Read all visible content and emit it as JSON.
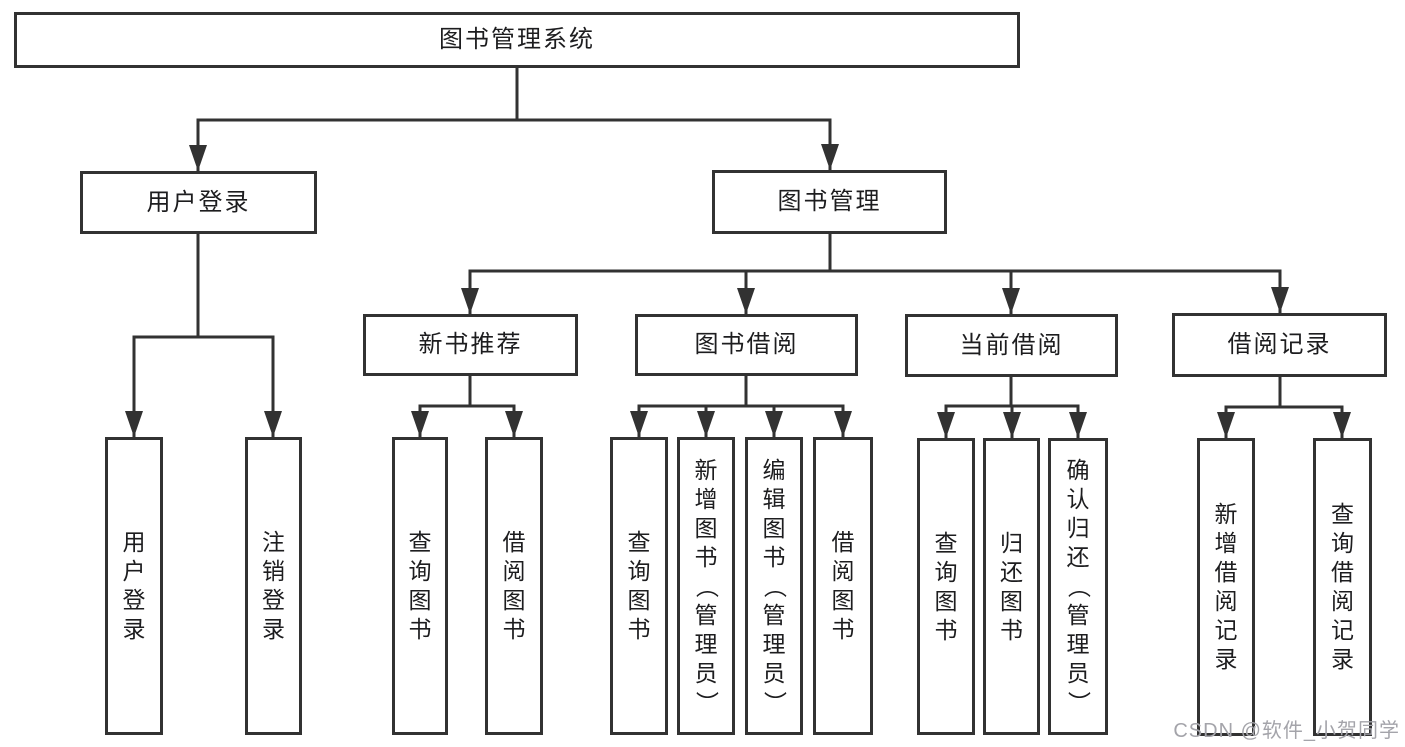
{
  "diagram_title": "图书管理系统",
  "tree": {
    "label": "图书管理系统",
    "children": [
      {
        "label": "用户登录",
        "children": [
          {
            "label": "用户登录"
          },
          {
            "label": "注销登录"
          }
        ]
      },
      {
        "label": "图书管理",
        "children": [
          {
            "label": "新书推荐",
            "children": [
              {
                "label": "查询图书"
              },
              {
                "label": "借阅图书"
              }
            ]
          },
          {
            "label": "图书借阅",
            "children": [
              {
                "label": "查询图书"
              },
              {
                "label": "新增图书（管理员）"
              },
              {
                "label": "编辑图书（管理员）"
              },
              {
                "label": "借阅图书"
              }
            ]
          },
          {
            "label": "当前借阅",
            "children": [
              {
                "label": "查询图书"
              },
              {
                "label": "归还图书"
              },
              {
                "label": "确认归还（管理员）"
              }
            ]
          },
          {
            "label": "借阅记录",
            "children": [
              {
                "label": "新增借阅记录"
              },
              {
                "label": "查询借阅记录"
              }
            ]
          }
        ]
      }
    ]
  },
  "watermark": "CSDN @软件_小贺同学",
  "colors": {
    "line": "#323232",
    "box_border": "#323232",
    "text": "#1d1d1f",
    "watermark": "#a4a4aa",
    "background": "#ffffff"
  }
}
